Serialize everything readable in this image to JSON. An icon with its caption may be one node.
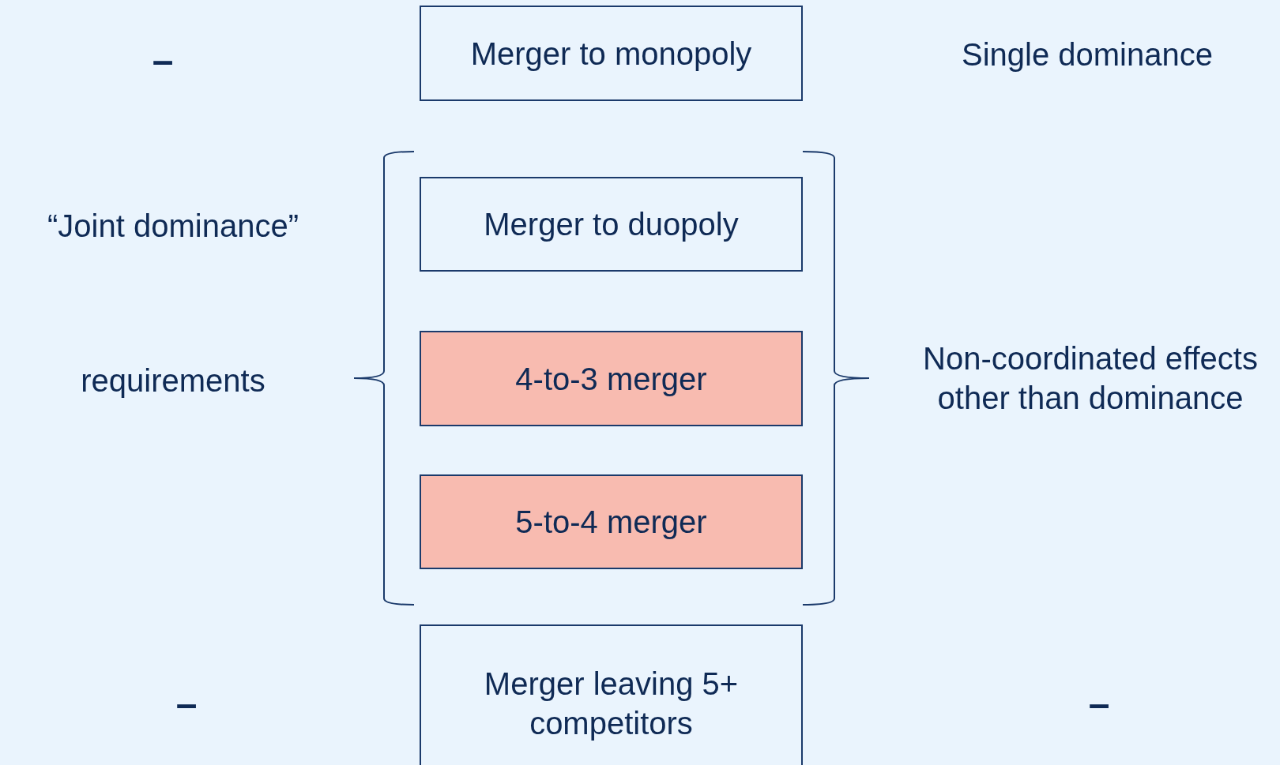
{
  "diagram": {
    "nodes": [
      {
        "text": [
          "Merger to monopoly"
        ]
      },
      {
        "text": [
          "Merger to duopoly"
        ]
      },
      {
        "text": [
          "4-to-3 merger"
        ]
      },
      {
        "text": [
          "5-to-4 merger"
        ]
      },
      {
        "text": [
          "Merger leaving 5+ competitors"
        ]
      }
    ],
    "labels": [
      "–",
      "Single dominance",
      "“Joint dominance”",
      "requirements",
      "Non-coordinated effects other than dominance",
      "–",
      "–"
    ]
  }
}
